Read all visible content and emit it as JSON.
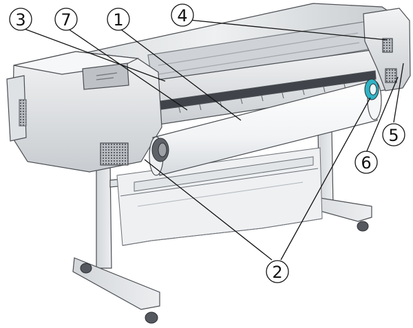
{
  "callouts": [
    {
      "id": "c3",
      "label": "3"
    },
    {
      "id": "c7",
      "label": "7"
    },
    {
      "id": "c1",
      "label": "1"
    },
    {
      "id": "c4",
      "label": "4"
    },
    {
      "id": "c5",
      "label": "5"
    },
    {
      "id": "c6",
      "label": "6"
    },
    {
      "id": "c2",
      "label": "2"
    }
  ],
  "colors": {
    "body_light": "#e6e8ea",
    "body_mid": "#c9cdd1",
    "body_dark": "#8b9096",
    "outline": "#4a4d52",
    "paper": "#fbfcfd",
    "spindle_accent": "#2fb3c6",
    "grille": "#7b8087"
  }
}
